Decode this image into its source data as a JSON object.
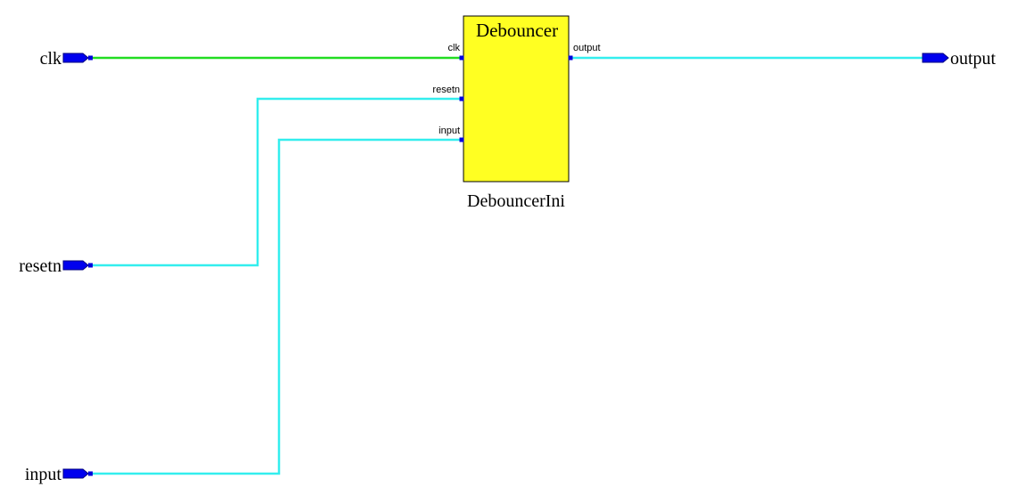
{
  "colors": {
    "clock_wire": "#22dd22",
    "signal_wire": "#33eeee",
    "port_fill": "#0000ee",
    "block_fill": "#ffff22",
    "block_stroke": "#000000",
    "pin_fill": "#0000dd"
  },
  "ports": {
    "clk": "clk",
    "resetn": "resetn",
    "input": "input",
    "output": "output"
  },
  "block": {
    "type_name": "Debouncer",
    "instance_name": "DebouncerIni",
    "pins": {
      "clk": "clk",
      "resetn": "resetn",
      "input": "input",
      "output": "output"
    }
  }
}
